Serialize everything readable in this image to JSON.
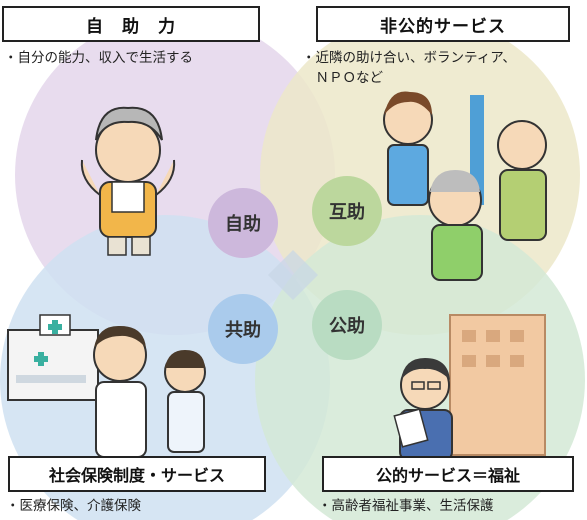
{
  "quadrants": {
    "top_left": {
      "title": "自　助　力",
      "desc_lines": [
        "・自分の能力、収入で生活する"
      ]
    },
    "top_right": {
      "title": "非公的サービス",
      "desc_lines": [
        "・近隣の助け合い、ボランティア、",
        "　ＮＰＯなど"
      ]
    },
    "bottom_left": {
      "title": "社会保険制度・サービス",
      "desc_lines": [
        "・医療保険、介護保険"
      ]
    },
    "bottom_right": {
      "title": "公的サービス＝福祉",
      "desc_lines": [
        "・高齢者福祉事業、生活保護"
      ]
    }
  },
  "centers": {
    "jijo": "自助",
    "gojo": "互助",
    "kyojo": "共助",
    "kojo": "公助"
  },
  "colors": {
    "circle_top_left": "#e6d8ec",
    "circle_top_right": "#e9e6c8",
    "circle_bottom_left": "#cfe1f1",
    "circle_bottom_right": "#d4ead8",
    "bubble_jijo": "#c9b4da",
    "bubble_gojo": "#b9d69a",
    "bubble_kyojo": "#a9cbec",
    "bubble_kojo": "#b6dcc0"
  }
}
